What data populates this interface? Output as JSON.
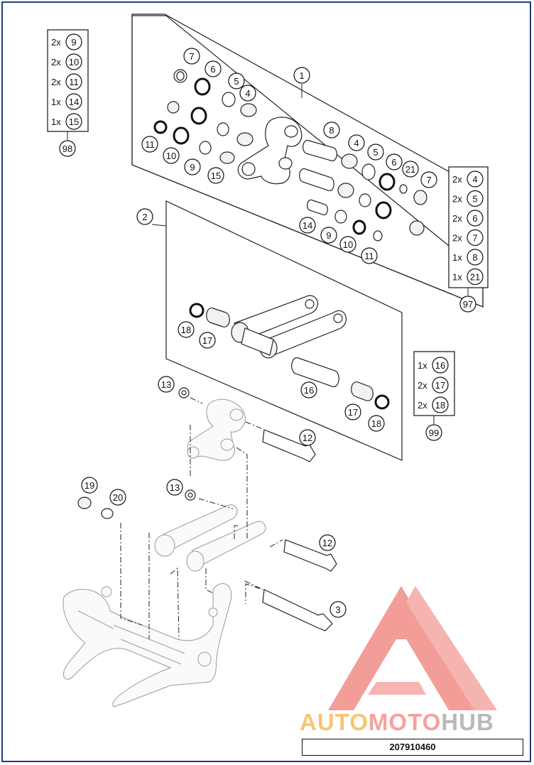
{
  "diagram": {
    "part_number": "207910460",
    "watermark": {
      "part1": "AUTO",
      "part2": "MOTO",
      "part3": "HUB"
    },
    "kits": [
      {
        "id": "98",
        "items": [
          {
            "qty": "2x",
            "ref": "9"
          },
          {
            "qty": "2x",
            "ref": "10"
          },
          {
            "qty": "2x",
            "ref": "11"
          },
          {
            "qty": "1x",
            "ref": "14"
          },
          {
            "qty": "1x",
            "ref": "15"
          }
        ]
      },
      {
        "id": "97",
        "items": [
          {
            "qty": "2x",
            "ref": "4"
          },
          {
            "qty": "2x",
            "ref": "5"
          },
          {
            "qty": "2x",
            "ref": "6"
          },
          {
            "qty": "2x",
            "ref": "7"
          },
          {
            "qty": "1x",
            "ref": "8"
          },
          {
            "qty": "1x",
            "ref": "21"
          }
        ]
      },
      {
        "id": "99",
        "items": [
          {
            "qty": "1x",
            "ref": "16"
          },
          {
            "qty": "2x",
            "ref": "17"
          },
          {
            "qty": "2x",
            "ref": "18"
          }
        ]
      }
    ],
    "callouts": [
      "1",
      "2",
      "3",
      "4",
      "4",
      "5",
      "5",
      "6",
      "6",
      "7",
      "7",
      "8",
      "9",
      "9",
      "10",
      "10",
      "11",
      "11",
      "12",
      "12",
      "13",
      "13",
      "14",
      "15",
      "16",
      "17",
      "17",
      "18",
      "18",
      "19",
      "20",
      "21"
    ],
    "colors": {
      "frame": "#1f3f7a",
      "watermark_red": "#f08c86",
      "watermark_yellow": "#f6c66f",
      "watermark_gray": "#b9b9b9"
    }
  }
}
